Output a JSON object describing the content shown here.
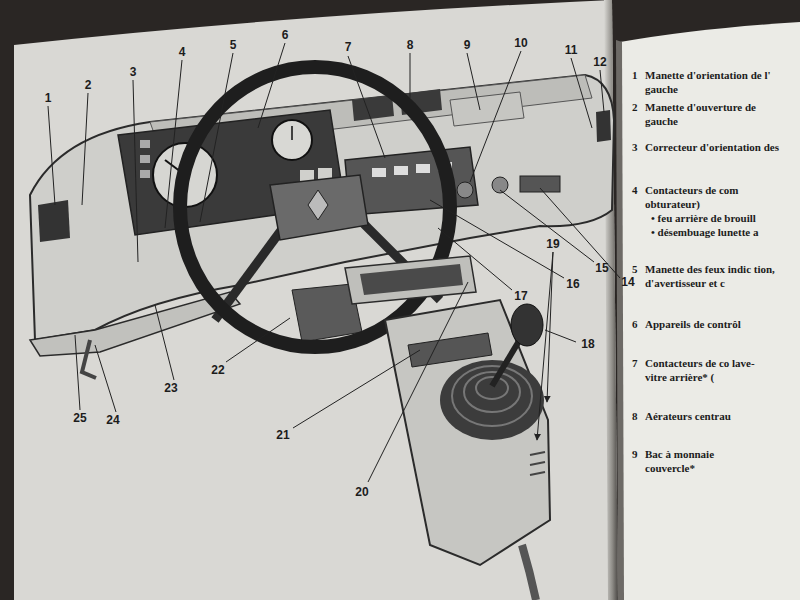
{
  "diagram": {
    "labels": [
      "1",
      "2",
      "3",
      "4",
      "5",
      "6",
      "7",
      "8",
      "9",
      "10",
      "11",
      "12",
      "14",
      "15",
      "16",
      "17",
      "18",
      "19",
      "20",
      "21",
      "22",
      "23",
      "24",
      "25",
      "1",
      "Manette d'orientation de l' gauche",
      "2",
      "Manette d'ouverture de gauche",
      "3",
      "Correcteur d'orientation des",
      "4",
      "Contacteurs de com obturateur)",
      "• feu arrière de brouill",
      "• désembuage lunette a",
      "5",
      "Manette des feux indic tion, d'avertisseur et c",
      "6",
      "Appareils de contrôl",
      "7",
      "Contacteurs de co lave-vitre arrière* (",
      "8",
      "Aérateurs centrau",
      "9",
      "Bac à monnaie couvercle*"
    ]
  }
}
